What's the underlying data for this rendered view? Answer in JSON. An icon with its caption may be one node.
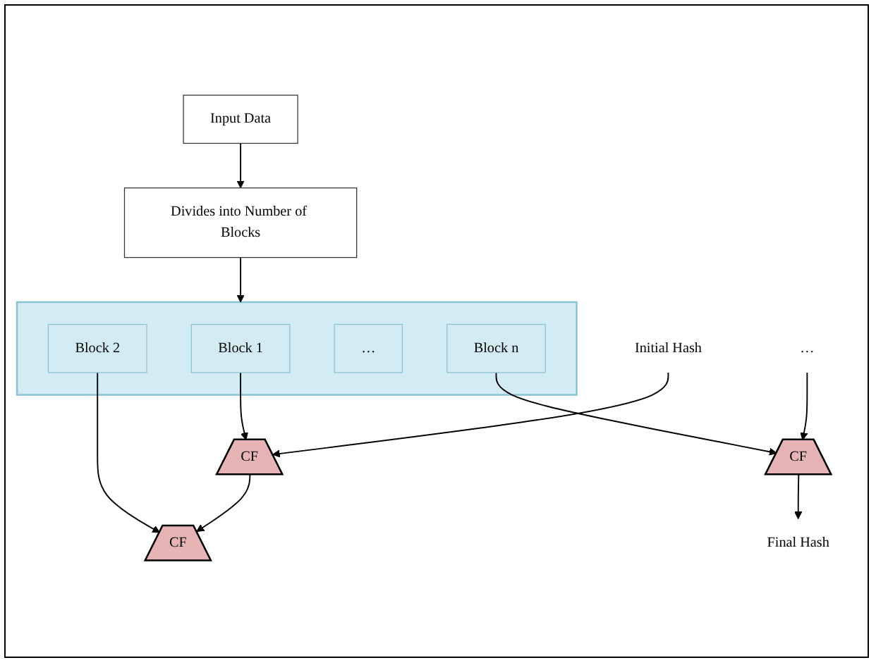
{
  "diagram": {
    "nodes": [
      {
        "text": [
          "Input Data"
        ]
      },
      {
        "text": [
          "Divides into Number of Blocks"
        ]
      },
      {
        "text": [],
        "shape": "bar"
      },
      {
        "text": [
          "Block 1"
        ],
        "in": 2
      },
      {
        "text": [
          "Block 2"
        ],
        "in": 2
      },
      {
        "text": [
          "…"
        ],
        "in": 2
      },
      {
        "text": [
          "Block n"
        ],
        "in": 2
      },
      {
        "text": [
          "Initial Hash"
        ]
      },
      {
        "text": [
          "CF"
        ]
      },
      {
        "text": [
          "CF"
        ]
      },
      {
        "text": [
          "…"
        ]
      },
      {
        "text": [
          "CF"
        ]
      },
      {
        "text": [
          "Final Hash"
        ]
      }
    ],
    "edges": [
      {
        "from": 0,
        "to": 1,
        "arrow": "to"
      },
      {
        "from": 1,
        "to": 2,
        "arrow": "to"
      },
      {
        "from": 3,
        "to": 8,
        "arrow": "to"
      },
      {
        "from": 4,
        "to": 9,
        "arrow": "to"
      },
      {
        "from": 6,
        "to": 11,
        "arrow": "to"
      },
      {
        "from": 7,
        "to": 8,
        "arrow": "to"
      },
      {
        "from": 8,
        "to": 9,
        "arrow": "to"
      },
      {
        "from": 10,
        "to": 11,
        "arrow": "to"
      },
      {
        "from": 11,
        "to": 12,
        "arrow": "to"
      }
    ]
  }
}
